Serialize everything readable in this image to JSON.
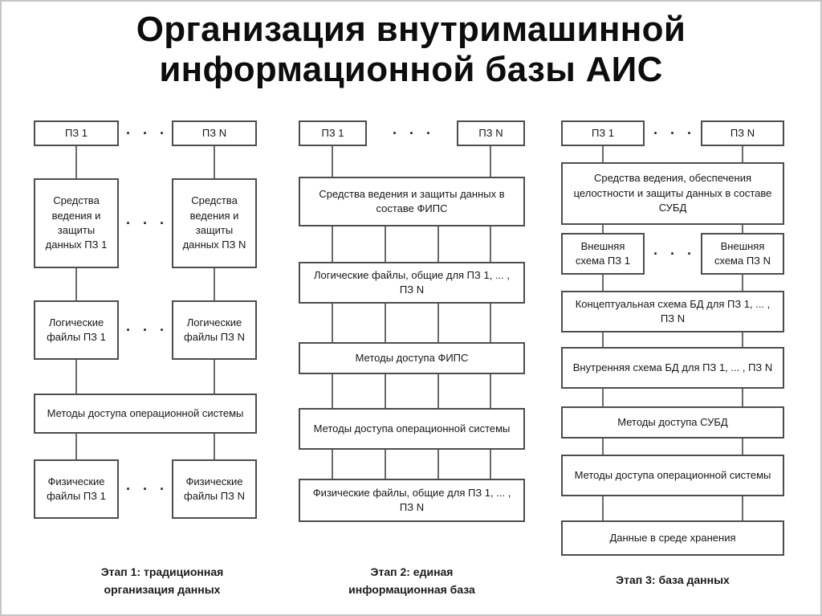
{
  "title": {
    "line1": "Организация внутримашинной",
    "line2": "информационной базы АИС"
  },
  "dots": "· · ·",
  "col1": {
    "pz1": "ПЗ 1",
    "pzn": "ПЗ N",
    "tools_pz1": "Средства ведения и защиты данных ПЗ 1",
    "tools_pzn": "Средства ведения и защиты данных ПЗ N",
    "logical_pz1": "Логические файлы ПЗ 1",
    "logical_pzn": "Логические файлы ПЗ N",
    "os_access": "Методы доступа операционной системы",
    "physical_pz1": "Физические файлы ПЗ 1",
    "physical_pzn": "Физические файлы ПЗ N",
    "caption": "Этап 1: традиционная организация данных"
  },
  "col2": {
    "pz1": "ПЗ 1",
    "pzn": "ПЗ N",
    "tools": "Средства ведения и защиты данных в составе ФИПС",
    "logical": "Логические файлы, общие для ПЗ 1, ... , ПЗ N",
    "fips_access": "Методы доступа ФИПС",
    "os_access": "Методы доступа операционной системы",
    "physical": "Физические файлы, общие для ПЗ 1, ... , ПЗ N",
    "caption": "Этап 2: единая информационная база"
  },
  "col3": {
    "pz1": "ПЗ 1",
    "pzn": "ПЗ N",
    "tools": "Средства ведения, обеспечения целостности и защиты данных в составе СУБД",
    "external_pz1": "Внешняя схема ПЗ 1",
    "external_pzn": "Внешняя схема ПЗ N",
    "conceptual": "Концептуальная схема БД для ПЗ 1, ... , ПЗ N",
    "internal": "Внутренняя схема БД для ПЗ 1, ... , ПЗ N",
    "dbms_access": "Методы доступа СУБД",
    "os_access": "Методы доступа операционной системы",
    "storage": "Данные в среде хранения",
    "caption": "Этап 3: база данных"
  }
}
